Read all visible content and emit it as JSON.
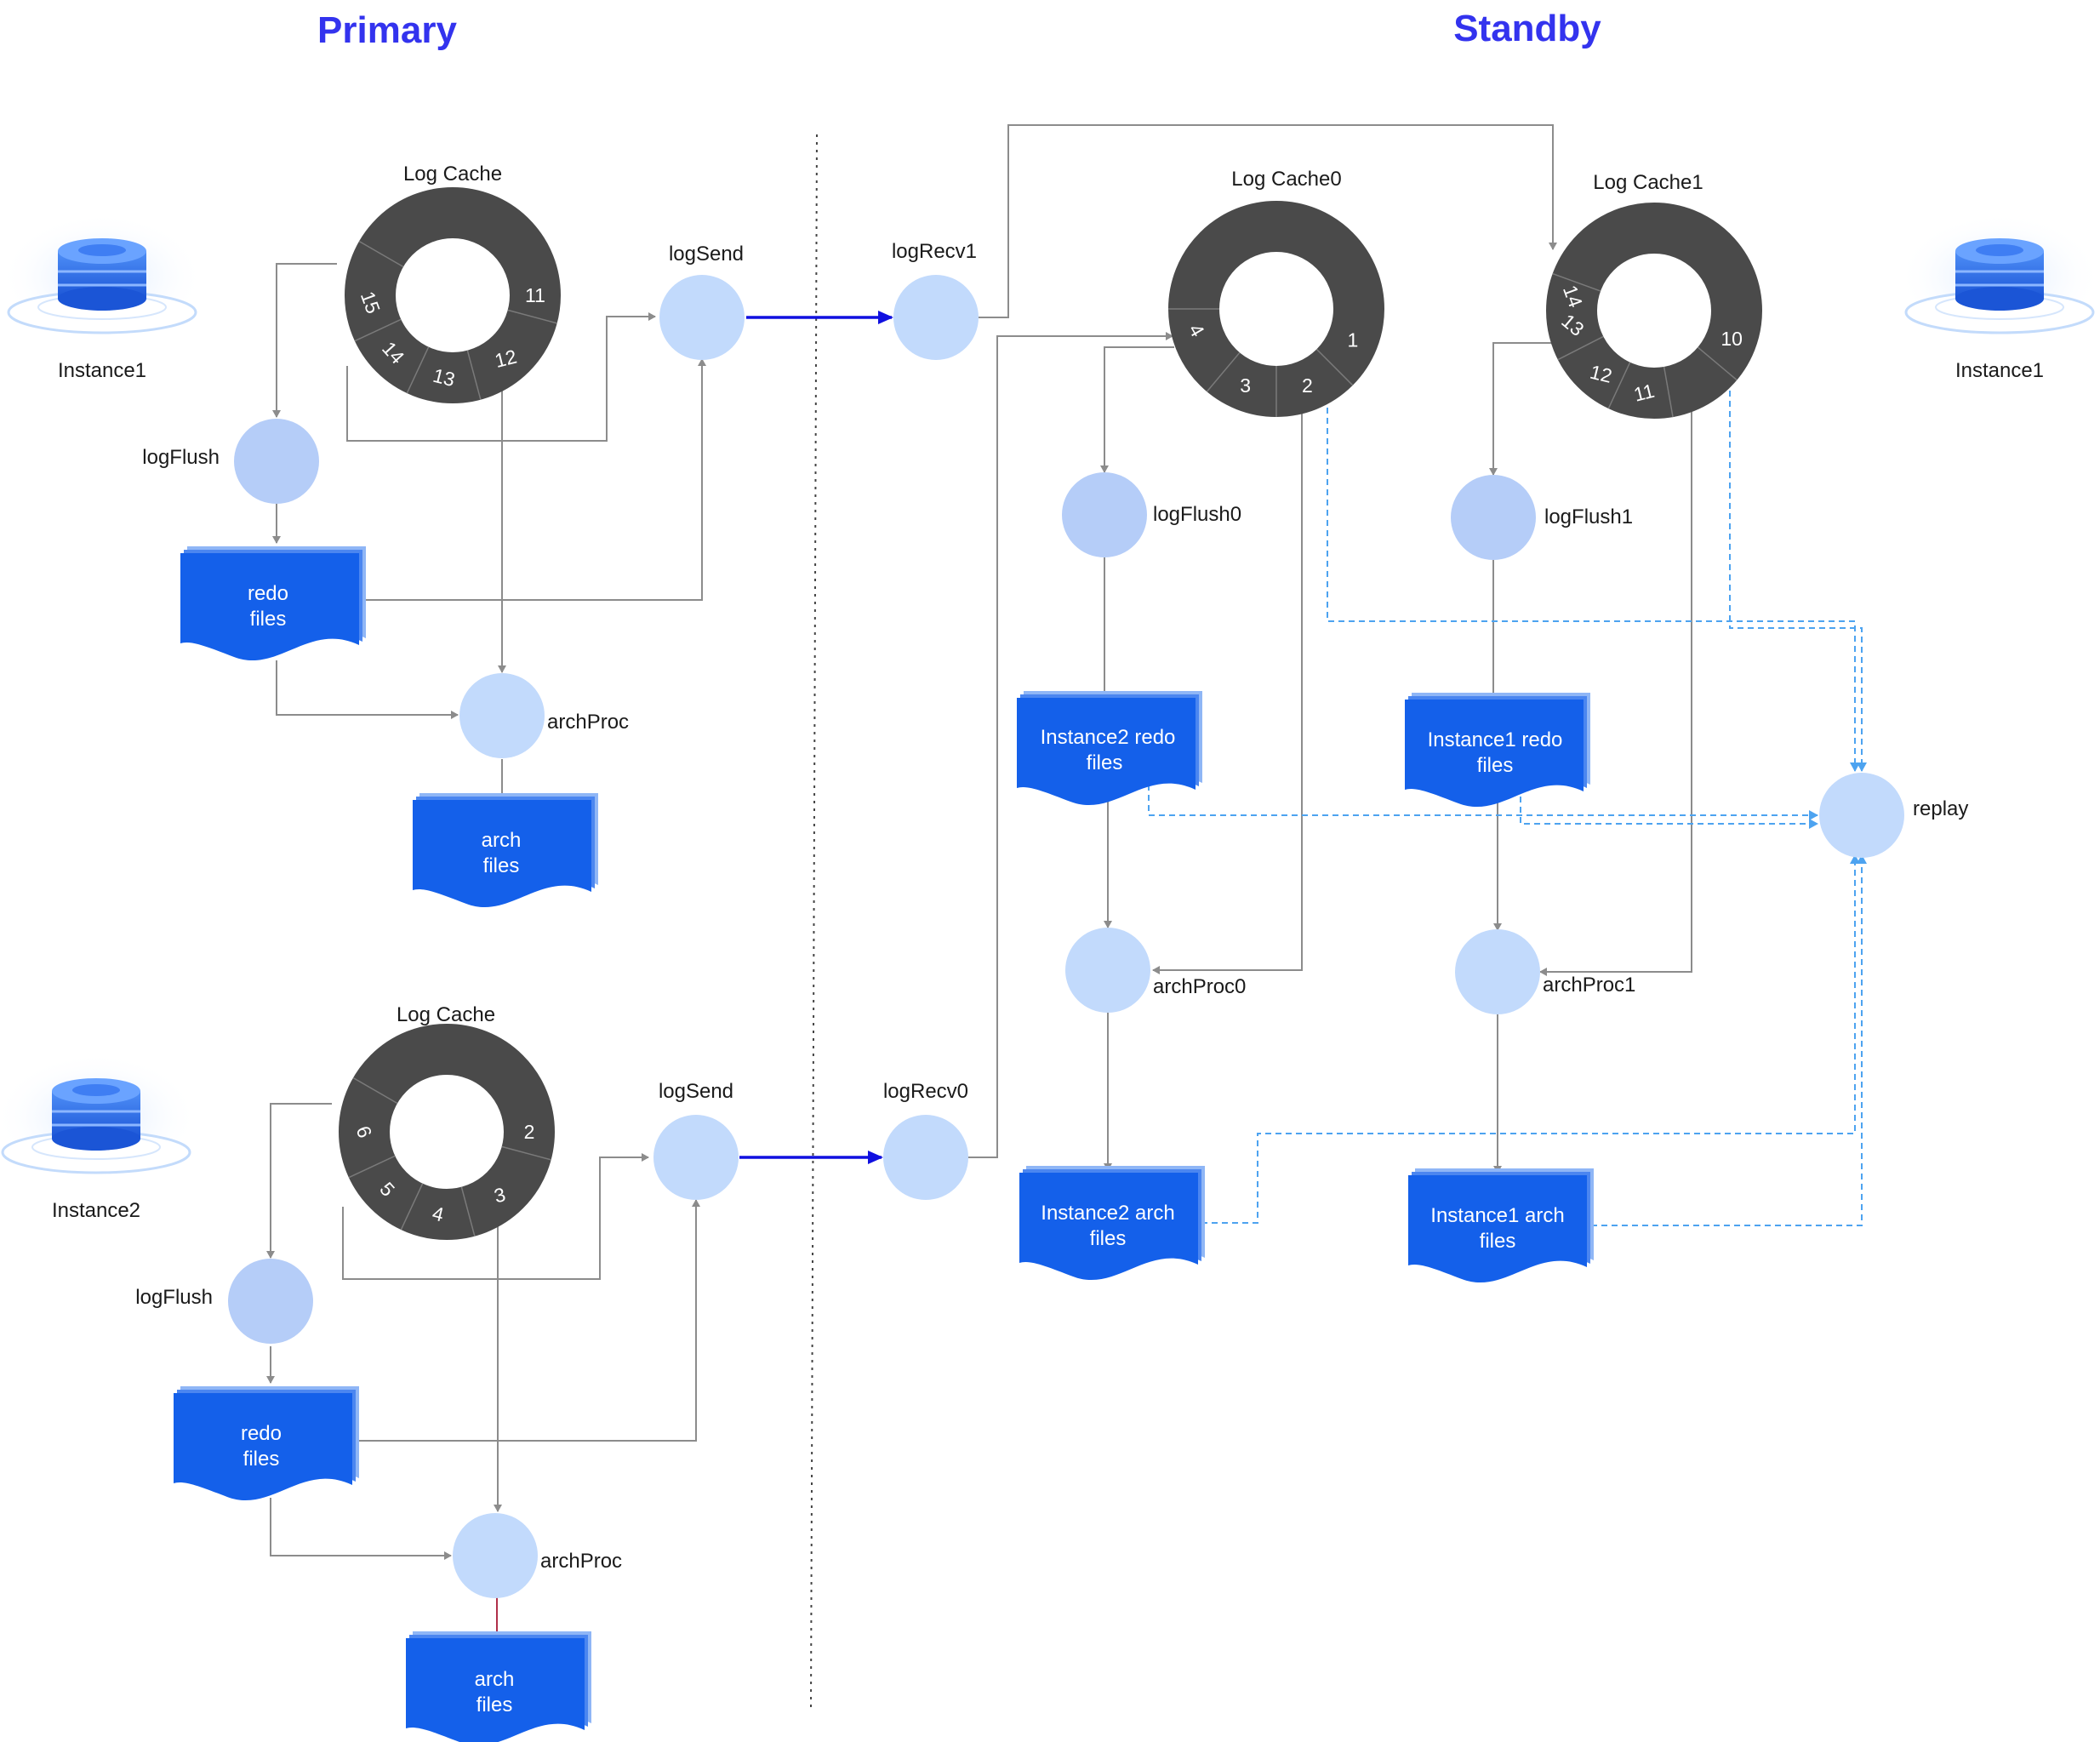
{
  "titles": {
    "primary": "Primary",
    "standby": "Standby"
  },
  "instances": {
    "primary_top": "Instance1",
    "primary_bottom": "Instance2",
    "standby": "Instance1"
  },
  "primary_top": {
    "log_cache": "Log Cache",
    "segments": [
      "15",
      "14",
      "13",
      "12",
      "11"
    ],
    "log_send": "logSend",
    "log_flush": "logFlush",
    "redo_files": [
      "redo",
      "files"
    ],
    "arch_proc": "archProc",
    "arch_files": [
      "arch",
      "files"
    ]
  },
  "primary_bottom": {
    "log_cache": "Log Cache",
    "segments": [
      "6",
      "5",
      "4",
      "3",
      "2"
    ],
    "log_send": "logSend",
    "log_flush": "logFlush",
    "redo_files": [
      "redo",
      "files"
    ],
    "arch_proc": "archProc",
    "arch_files": [
      "arch",
      "files"
    ]
  },
  "standby": {
    "log_recv1": "logRecv1",
    "log_recv0": "logRecv0",
    "log_cache0": "Log Cache0",
    "log_cache0_segments": [
      "4",
      "3",
      "2",
      "1"
    ],
    "log_cache1": "Log Cache1",
    "log_cache1_segments": [
      "14",
      "13",
      "12",
      "11",
      "10"
    ],
    "log_flush0": "logFlush0",
    "log_flush1": "logFlush1",
    "inst2_redo": [
      "Instance2 redo",
      "files"
    ],
    "inst1_redo": [
      "Instance1 redo",
      "files"
    ],
    "arch_proc0": "archProc0",
    "arch_proc1": "archProc1",
    "inst2_arch": [
      "Instance2 arch",
      "files"
    ],
    "inst1_arch": [
      "Instance1 arch",
      "files"
    ],
    "replay": "replay"
  },
  "colors": {
    "title": "#3333ee",
    "doc_fill": "#1460ea",
    "ring": "#4a4a4a",
    "node": "#c2dafc",
    "send_arrow": "#1010e0",
    "async_arrow": "#4da3f0"
  },
  "icons": [
    "database-icon"
  ]
}
